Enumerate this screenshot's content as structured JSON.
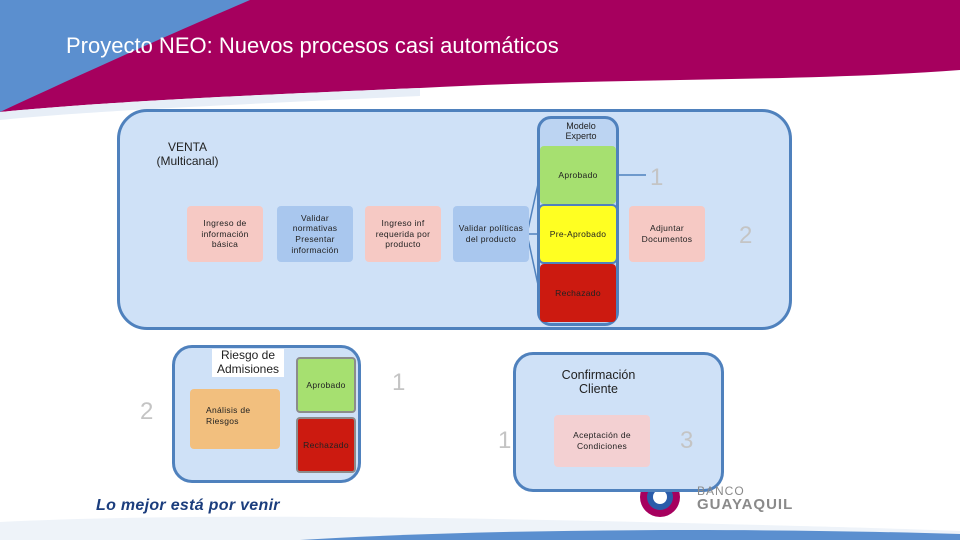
{
  "title": "Proyecto NEO: Nuevos procesos casi automáticos",
  "panel_top": {
    "section_label": "VENTA\n(Multicanal)",
    "modelo_experto": "Modelo Experto",
    "boxes": {
      "ingreso_info": "Ingreso de información básica",
      "validar": "Validar normativas\nPresentar información",
      "ingreso_inf": "Ingreso inf requerida por producto",
      "validar_politicas": "Validar políticas del producto",
      "aprobado": "Aprobado",
      "pre_aprobado": "Pre-Aprobado",
      "rechazado": "Rechazado",
      "adjuntar": "Adjuntar Documentos"
    },
    "num_1": "1",
    "num_2": "2"
  },
  "panel_left": {
    "section_label": "Riesgo de Admisiones",
    "analisis": "Análisis de Riesgos",
    "aprobado": "Aprobado",
    "rechazado": "Rechazado",
    "num_2": "2",
    "num_1": "1"
  },
  "panel_right": {
    "section_label": "Confirmación Cliente",
    "aceptacion": "Aceptación de Condiciones",
    "num_1": "1",
    "num_3": "3"
  },
  "footer": {
    "slogan": "Lo mejor está por venir",
    "bank_line1": "BANCO",
    "bank_line2": "GUAYAQUIL"
  },
  "colors": {
    "magenta": "#a6005e",
    "blue_band": "#5b8fcf",
    "panel_fill": "#cfe1f7",
    "panel_border": "#4f81bd"
  }
}
